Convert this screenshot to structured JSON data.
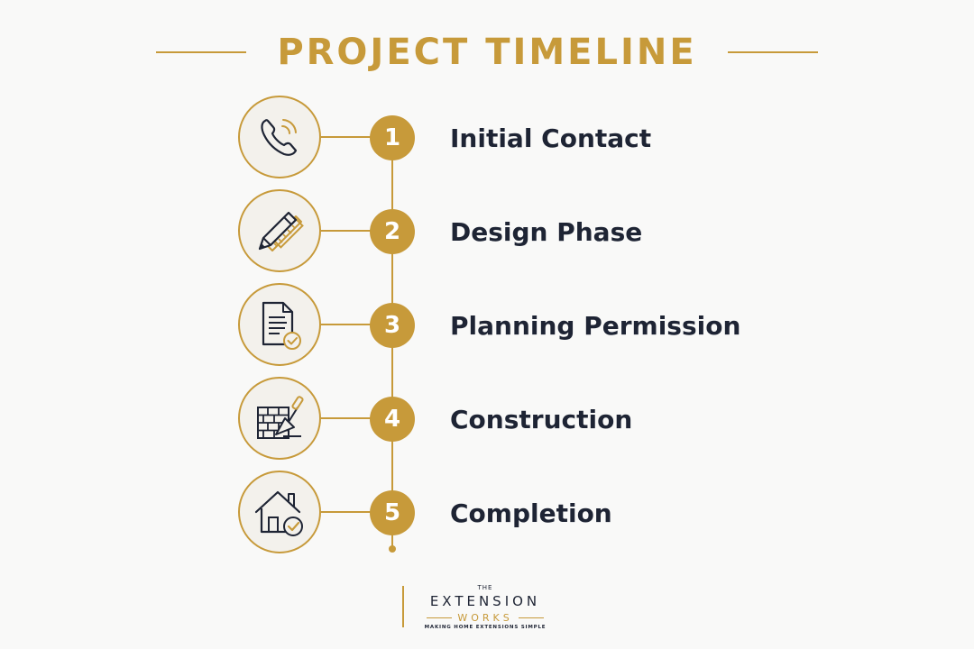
{
  "header": {
    "title": "PROJECT TIMELINE"
  },
  "steps": [
    {
      "number": "1",
      "label": "Initial Contact",
      "icon": "phone-icon"
    },
    {
      "number": "2",
      "label": "Design Phase",
      "icon": "pencil-ruler-icon"
    },
    {
      "number": "3",
      "label": "Planning Permission",
      "icon": "document-check-icon"
    },
    {
      "number": "4",
      "label": "Construction",
      "icon": "brick-trowel-icon"
    },
    {
      "number": "5",
      "label": "Completion",
      "icon": "house-check-icon"
    }
  ],
  "logo": {
    "the": "THE",
    "main": "EXTENSION",
    "sub": "WORKS",
    "tagline": "MAKING HOME EXTENSIONS SIMPLE"
  },
  "colors": {
    "accent": "#c79a3a",
    "text": "#1e2434",
    "background": "#f9f9f8"
  }
}
